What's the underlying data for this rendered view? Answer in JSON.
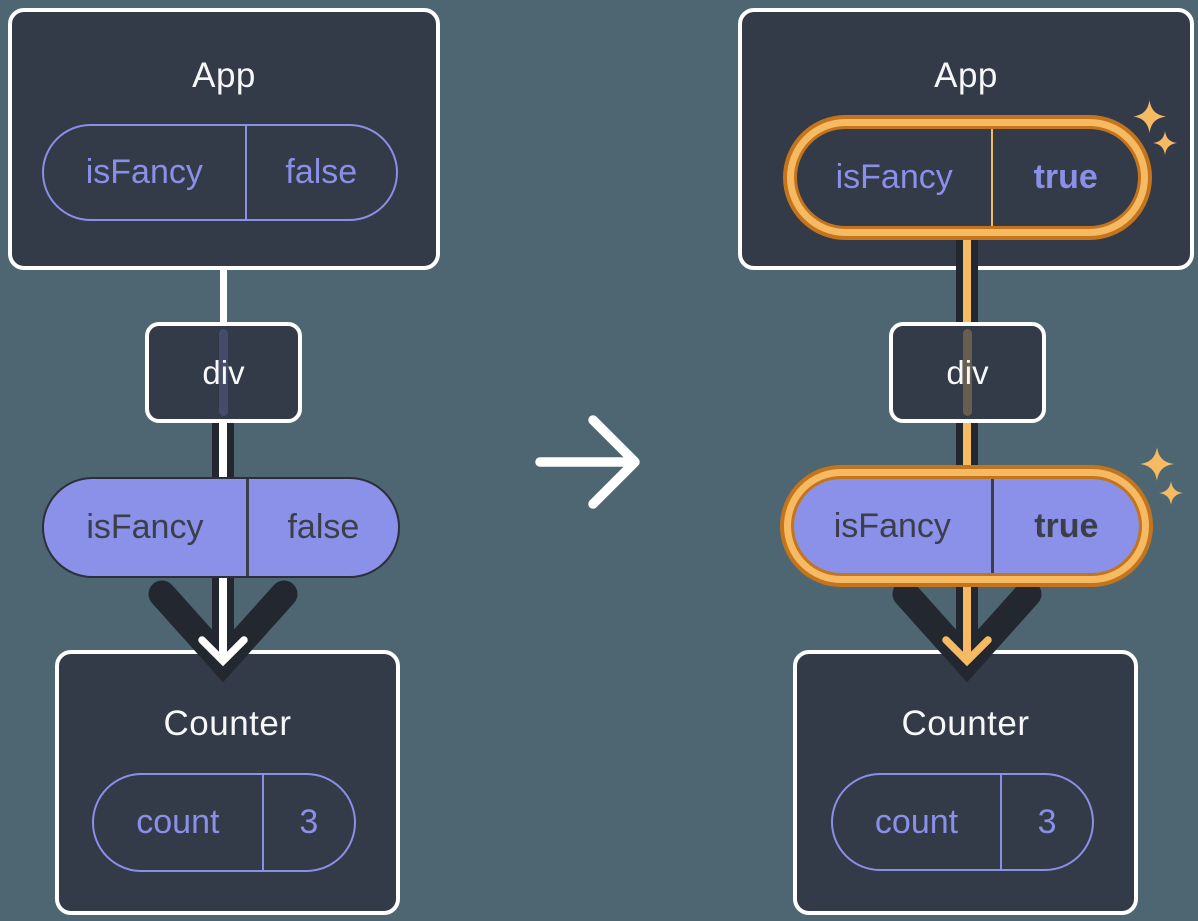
{
  "colors": {
    "background": "#4D6671",
    "card": "#333A48",
    "card_border": "#FFFFFF",
    "purple": "#8A8FE8",
    "purple_fill": "#8B90E8",
    "flow_dark": "#23272F",
    "orange_light": "#F6BA62",
    "orange_dark": "#C4741C",
    "text_light": "#F6F7F9",
    "text_dark": "#3A3F49"
  },
  "icons": {
    "transition": "arrow-right-icon",
    "highlight": "sparkle-icon"
  },
  "before": {
    "app_title": "App",
    "app_prop": {
      "name": "isFancy",
      "value": "false"
    },
    "div_label": "div",
    "passed_prop": {
      "name": "isFancy",
      "value": "false"
    },
    "counter_title": "Counter",
    "counter_state": {
      "name": "count",
      "value": "3"
    }
  },
  "after": {
    "app_title": "App",
    "app_prop": {
      "name": "isFancy",
      "value": "true"
    },
    "div_label": "div",
    "passed_prop": {
      "name": "isFancy",
      "value": "true"
    },
    "counter_title": "Counter",
    "counter_state": {
      "name": "count",
      "value": "3"
    }
  }
}
